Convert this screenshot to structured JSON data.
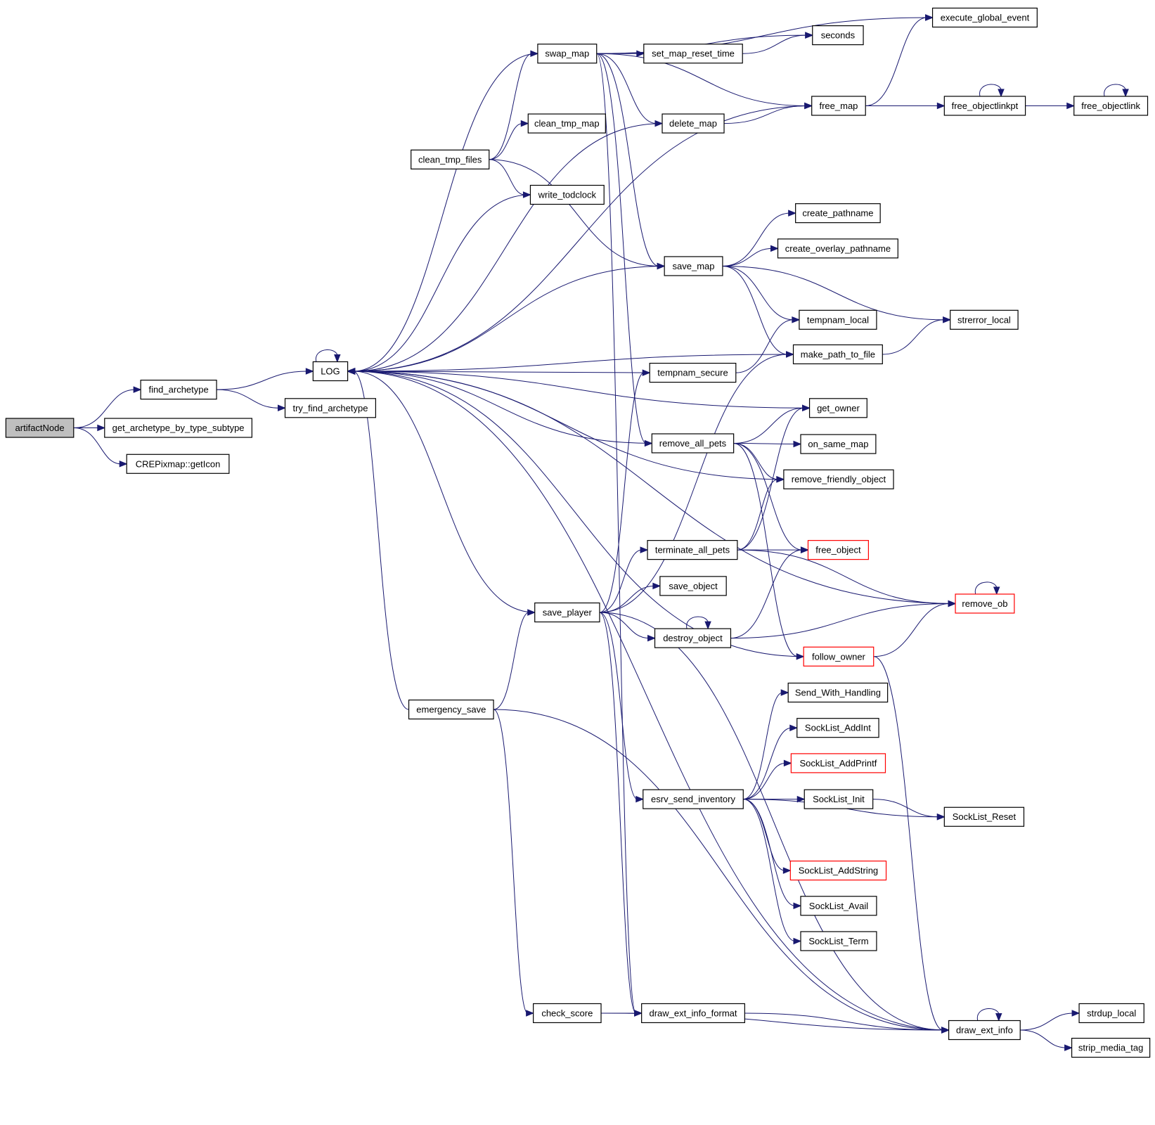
{
  "graph": {
    "type": "call-graph",
    "nodes": [
      {
        "id": "artifactNode",
        "label": "artifactNode",
        "root": true
      },
      {
        "id": "find_archetype",
        "label": "find_archetype"
      },
      {
        "id": "get_archetype_by_type_subtype",
        "label": "get_archetype_by_type_subtype"
      },
      {
        "id": "getIcon",
        "label": "CREPixmap::getIcon"
      },
      {
        "id": "LOG",
        "label": "LOG"
      },
      {
        "id": "try_find_archetype",
        "label": "try_find_archetype"
      },
      {
        "id": "swap_map",
        "label": "swap_map"
      },
      {
        "id": "clean_tmp_files",
        "label": "clean_tmp_files"
      },
      {
        "id": "clean_tmp_map",
        "label": "clean_tmp_map"
      },
      {
        "id": "write_todclock",
        "label": "write_todclock"
      },
      {
        "id": "save_player",
        "label": "save_player"
      },
      {
        "id": "emergency_save",
        "label": "emergency_save"
      },
      {
        "id": "check_score",
        "label": "check_score"
      },
      {
        "id": "set_map_reset_time",
        "label": "set_map_reset_time"
      },
      {
        "id": "delete_map",
        "label": "delete_map"
      },
      {
        "id": "save_map",
        "label": "save_map"
      },
      {
        "id": "tempnam_secure",
        "label": "tempnam_secure"
      },
      {
        "id": "remove_all_pets",
        "label": "remove_all_pets"
      },
      {
        "id": "terminate_all_pets",
        "label": "terminate_all_pets"
      },
      {
        "id": "save_object",
        "label": "save_object"
      },
      {
        "id": "destroy_object",
        "label": "destroy_object"
      },
      {
        "id": "esrv_send_inventory",
        "label": "esrv_send_inventory"
      },
      {
        "id": "draw_ext_info_format",
        "label": "draw_ext_info_format"
      },
      {
        "id": "execute_global_event",
        "label": "execute_global_event"
      },
      {
        "id": "seconds",
        "label": "seconds"
      },
      {
        "id": "free_map",
        "label": "free_map"
      },
      {
        "id": "create_pathname",
        "label": "create_pathname"
      },
      {
        "id": "create_overlay_pathname",
        "label": "create_overlay_pathname"
      },
      {
        "id": "tempnam_local",
        "label": "tempnam_local"
      },
      {
        "id": "make_path_to_file",
        "label": "make_path_to_file"
      },
      {
        "id": "get_owner",
        "label": "get_owner"
      },
      {
        "id": "on_same_map",
        "label": "on_same_map"
      },
      {
        "id": "remove_friendly_object",
        "label": "remove_friendly_object"
      },
      {
        "id": "free_object",
        "label": "free_object",
        "red": true
      },
      {
        "id": "follow_owner",
        "label": "follow_owner",
        "red": true
      },
      {
        "id": "Send_With_Handling",
        "label": "Send_With_Handling"
      },
      {
        "id": "SockList_AddInt",
        "label": "SockList_AddInt"
      },
      {
        "id": "SockList_AddPrintf",
        "label": "SockList_AddPrintf",
        "red": true
      },
      {
        "id": "SockList_Init",
        "label": "SockList_Init"
      },
      {
        "id": "SockList_AddString",
        "label": "SockList_AddString",
        "red": true
      },
      {
        "id": "SockList_Avail",
        "label": "SockList_Avail"
      },
      {
        "id": "SockList_Term",
        "label": "SockList_Term"
      },
      {
        "id": "free_objectlinkpt",
        "label": "free_objectlinkpt"
      },
      {
        "id": "free_objectlink",
        "label": "free_objectlink"
      },
      {
        "id": "strerror_local",
        "label": "strerror_local"
      },
      {
        "id": "remove_ob",
        "label": "remove_ob",
        "red": true
      },
      {
        "id": "SockList_Reset",
        "label": "SockList_Reset"
      },
      {
        "id": "draw_ext_info",
        "label": "draw_ext_info"
      },
      {
        "id": "strdup_local",
        "label": "strdup_local"
      },
      {
        "id": "strip_media_tag",
        "label": "strip_media_tag"
      }
    ]
  }
}
